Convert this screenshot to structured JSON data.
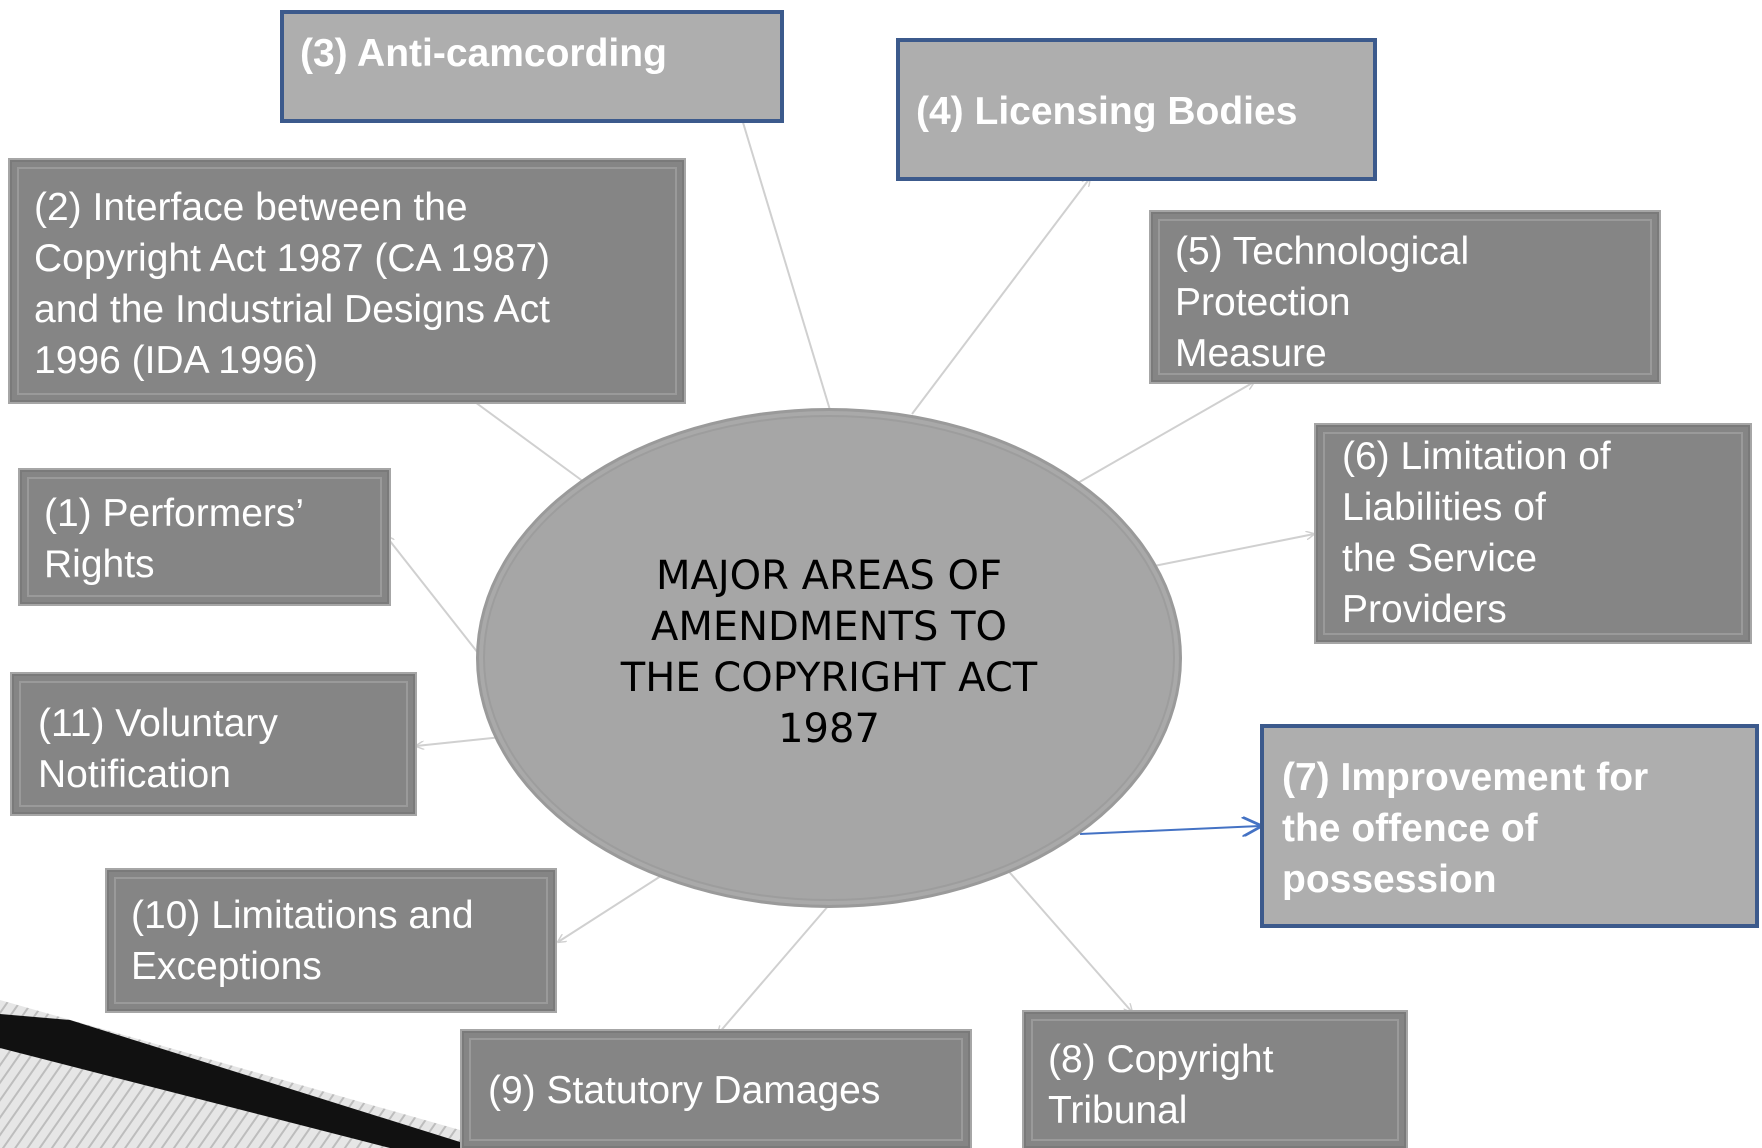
{
  "colors": {
    "dark_box": "#858585",
    "light_box": "#aeaeae",
    "accent_border": "#3c5a8c",
    "connector": "#d0d0d0",
    "accent_connector": "#4472c4",
    "hub_fill": "#a6a6a6"
  },
  "hub": {
    "title": "MAJOR AREAS OF\nAMENDMENTS TO\nTHE COPYRIGHT ACT\n1987"
  },
  "nodes": [
    {
      "id": "anti-camcording",
      "label": "(3) Anti-camcording",
      "style": "light"
    },
    {
      "id": "licensing-bodies",
      "label": "(4) Licensing Bodies",
      "style": "light"
    },
    {
      "id": "interface",
      "label": "(2) Interface between the\nCopyright Act 1987 (CA 1987)\nand the Industrial Designs Act\n1996 (IDA 1996)",
      "style": "dark"
    },
    {
      "id": "technological-protection",
      "label": "(5) Technological\n        Protection\n        Measure",
      "style": "dark"
    },
    {
      "id": "limitation-liabilities",
      "label": "(6)     Limitation of\n          Liabilities of\n          the Service\n          Providers",
      "style": "dark"
    },
    {
      "id": "performers-rights",
      "label": "(1) Performers’\n         Rights",
      "style": "dark"
    },
    {
      "id": "voluntary-notification",
      "label": "(11) Voluntary\n        Notification",
      "style": "dark"
    },
    {
      "id": "improvement-possession",
      "label": "(7) Improvement for\n       the offence of\n       possession",
      "style": "light"
    },
    {
      "id": "limitations-exceptions",
      "label": "(10) Limitations and\n         Exceptions",
      "style": "dark"
    },
    {
      "id": "statutory-damages",
      "label": "(9) Statutory Damages",
      "style": "dark"
    },
    {
      "id": "copyright-tribunal",
      "label": "(8) Copyright\n       Tribunal",
      "style": "dark"
    }
  ]
}
